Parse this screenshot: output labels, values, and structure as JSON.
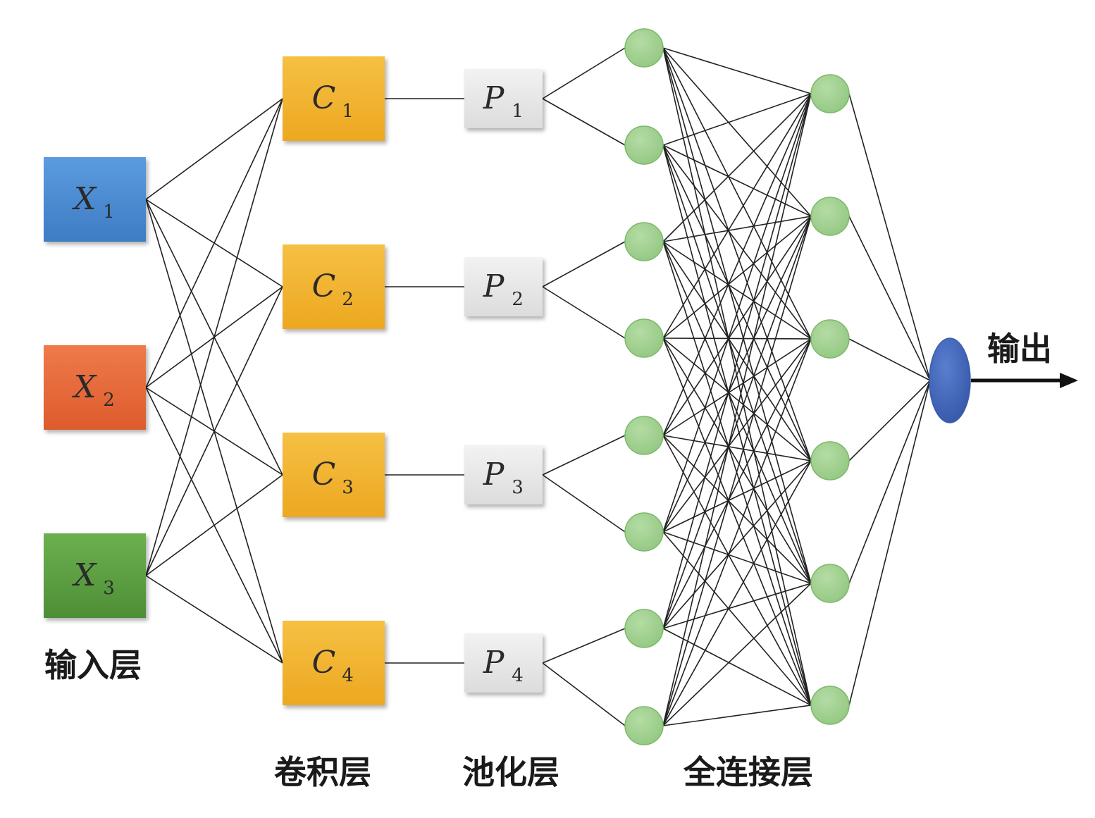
{
  "layers": {
    "input": {
      "label": "输入层",
      "nodes": [
        {
          "letter": "X",
          "sub": "1",
          "color": "#4A8BD0"
        },
        {
          "letter": "X",
          "sub": "2",
          "color": "#E8693A"
        },
        {
          "letter": "X",
          "sub": "3",
          "color": "#5FA042"
        }
      ]
    },
    "conv": {
      "label": "卷积层",
      "color": "#F1B32F",
      "nodes": [
        {
          "letter": "C",
          "sub": "1"
        },
        {
          "letter": "C",
          "sub": "2"
        },
        {
          "letter": "C",
          "sub": "3"
        },
        {
          "letter": "C",
          "sub": "4"
        }
      ]
    },
    "pool": {
      "label": "池化层",
      "color": "#E6E6E6",
      "nodes": [
        {
          "letter": "P",
          "sub": "1"
        },
        {
          "letter": "P",
          "sub": "2"
        },
        {
          "letter": "P",
          "sub": "3"
        },
        {
          "letter": "P",
          "sub": "4"
        }
      ]
    },
    "fc": {
      "label": "全连接层",
      "color": "#9BCF8A",
      "layer1_count": 8,
      "layer2_count": 6
    },
    "output": {
      "label": "输出",
      "color": "#3F63B8"
    }
  }
}
